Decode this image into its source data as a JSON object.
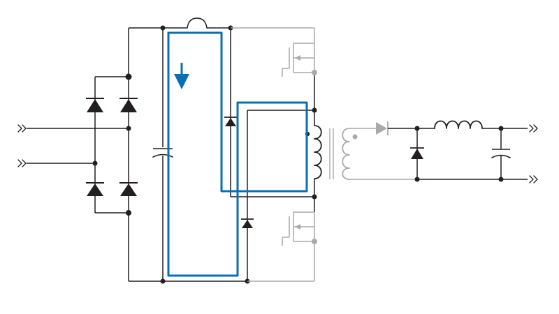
{
  "colors": {
    "wire": "#231f20",
    "inactive": "#a7a9ac",
    "current_path": "#0a6eb4",
    "background": "#ffffff"
  },
  "icons": {
    "input_terminals": "double-chevron-right-icon",
    "output_terminals": "double-chevron-right-icon",
    "current_direction": "arrow-down-icon"
  },
  "components": {
    "bridge_rectifier_diodes": 4,
    "clamp_diodes": 2,
    "mosfets": 2,
    "output_diodes": 2,
    "capacitors": 2,
    "inductors": 2,
    "transformer_windings": 2
  }
}
